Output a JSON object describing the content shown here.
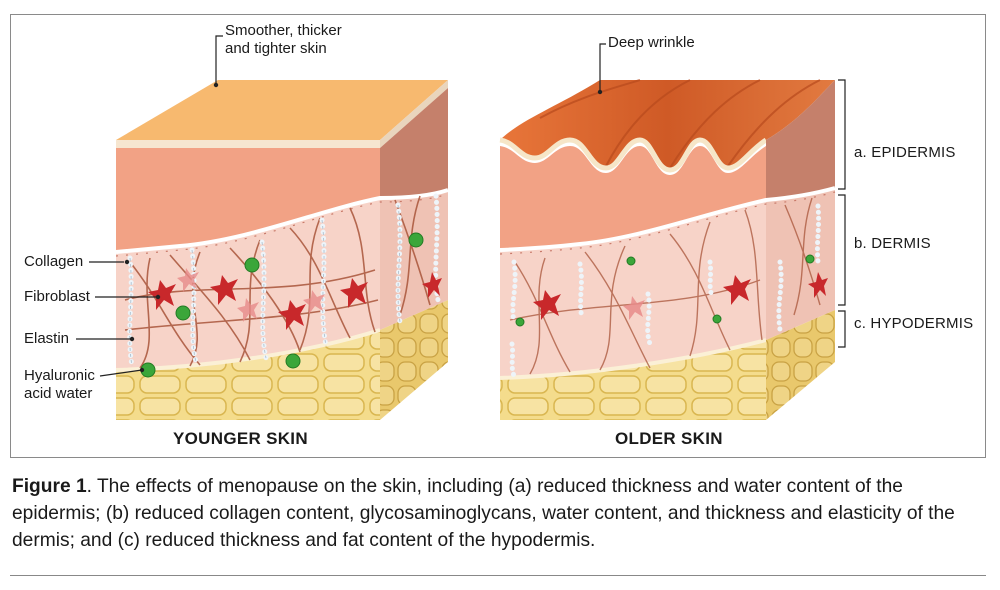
{
  "callouts": {
    "smoother_line1": "Smoother, thicker",
    "smoother_line2": "and tighter skin",
    "deep_wrinkle": "Deep wrinkle",
    "collagen": "Collagen",
    "fibroblast": "Fibroblast",
    "elastin": "Elastin",
    "hyaluronic_line1": "Hyaluronic",
    "hyaluronic_line2": "acid water"
  },
  "layers": {
    "epidermis": "a. EPIDERMIS",
    "dermis": "b. DERMIS",
    "hypodermis": "c. HYPODERMIS"
  },
  "titles": {
    "younger": "YOUNGER SKIN",
    "older": "OLDER SKIN"
  },
  "caption": {
    "label": "Figure 1",
    "text": ". The effects of menopause on the skin, including (a) reduced thickness and water content of the epidermis; (b) reduced collagen content, glycosaminoglycans, water content, and thickness and elasticity of the dermis; and (c) reduced thickness and fat content of the hypodermis."
  },
  "colors": {
    "epidermis_top": "#f7b96f",
    "epidermis_front": "#f2a285",
    "epidermis_side": "#c5806b",
    "dermis": "#f7d3c8",
    "dermis_side": "#eab6a8",
    "fat": "#f2d77e",
    "collagen_fiber": "#a9553a",
    "fibroblast": "#c8282b",
    "hyaluronic": "#3ba63a",
    "elastin": "#d8e4ee",
    "wrinkle_top": "#e0662e"
  }
}
